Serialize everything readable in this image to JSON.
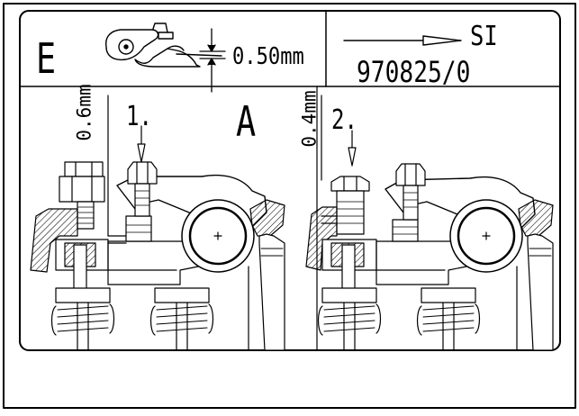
{
  "label": {
    "code": "E",
    "clearance": "0.50mm",
    "ref_code": "SI",
    "ref_number": "970825/0",
    "section": "A",
    "step1": "1.",
    "step2": "2.",
    "gap1": "0.6mm",
    "gap2": "0.4mm"
  },
  "colors": {
    "ink": "#000000",
    "paper": "#ffffff"
  },
  "icons": [
    "rocker-arm-icon",
    "arrow-right-icon",
    "arrow-down-icon",
    "valve-assembly-icon",
    "cam-icon",
    "adjusting-screw-icon",
    "valve-spring-icon",
    "push-rod-icon"
  ]
}
